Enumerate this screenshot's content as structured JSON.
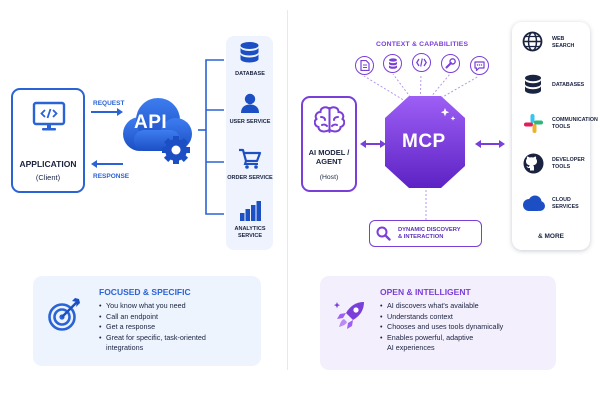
{
  "left": {
    "application": {
      "title": "APPLICATION",
      "subtitle": "(Client)"
    },
    "request_label": "REQUEST",
    "response_label": "RESPONSE",
    "api_label": "API",
    "services": [
      {
        "label": "DATABASE",
        "icon": "database-icon"
      },
      {
        "label": "USER SERVICE",
        "icon": "user-icon"
      },
      {
        "label": "ORDER SERVICE",
        "icon": "cart-icon"
      },
      {
        "label": "ANALYTICS SERVICE",
        "icon": "bar-chart-icon"
      }
    ],
    "info": {
      "title": "FOCUSED & SPECIFIC",
      "bullets": [
        "You know what you need",
        "Call an endpoint",
        "Get a response",
        "Great for specific, task-oriented",
        "integrations"
      ]
    }
  },
  "right": {
    "context_title": "CONTEXT & CAPABILITIES",
    "context_icons": [
      "document-icon",
      "database-icon",
      "code-icon",
      "wrench-icon",
      "chat-icon"
    ],
    "ai_model": {
      "title_line1": "AI MODEL /",
      "title_line2": "AGENT",
      "subtitle": "(Host)"
    },
    "mcp_label": "MCP",
    "discovery": {
      "line1": "DYNAMIC DISCOVERY",
      "line2": "& INTERACTION"
    },
    "tools": [
      {
        "line1": "WEB",
        "line2": "SEARCH",
        "icon": "globe-icon"
      },
      {
        "line1": "DATABASES",
        "line2": "",
        "icon": "database-icon"
      },
      {
        "line1": "COMMUNICATION",
        "line2": "TOOLS",
        "icon": "slack-icon"
      },
      {
        "line1": "DEVELOPER",
        "line2": "TOOLS",
        "icon": "github-icon"
      },
      {
        "line1": "CLOUD",
        "line2": "SERVICES",
        "icon": "cloud-icon"
      }
    ],
    "more_label": "& MORE",
    "info": {
      "title": "OPEN & INTELLIGENT",
      "bullets": [
        "AI discovers what's available",
        "Understands context",
        "Chooses and uses tools dynamically",
        "Enables powerful, adaptive",
        "AI experiences"
      ]
    }
  },
  "colors": {
    "blue": "#2a63d6",
    "purple": "#7a3fd8",
    "navy": "#1a2340"
  }
}
